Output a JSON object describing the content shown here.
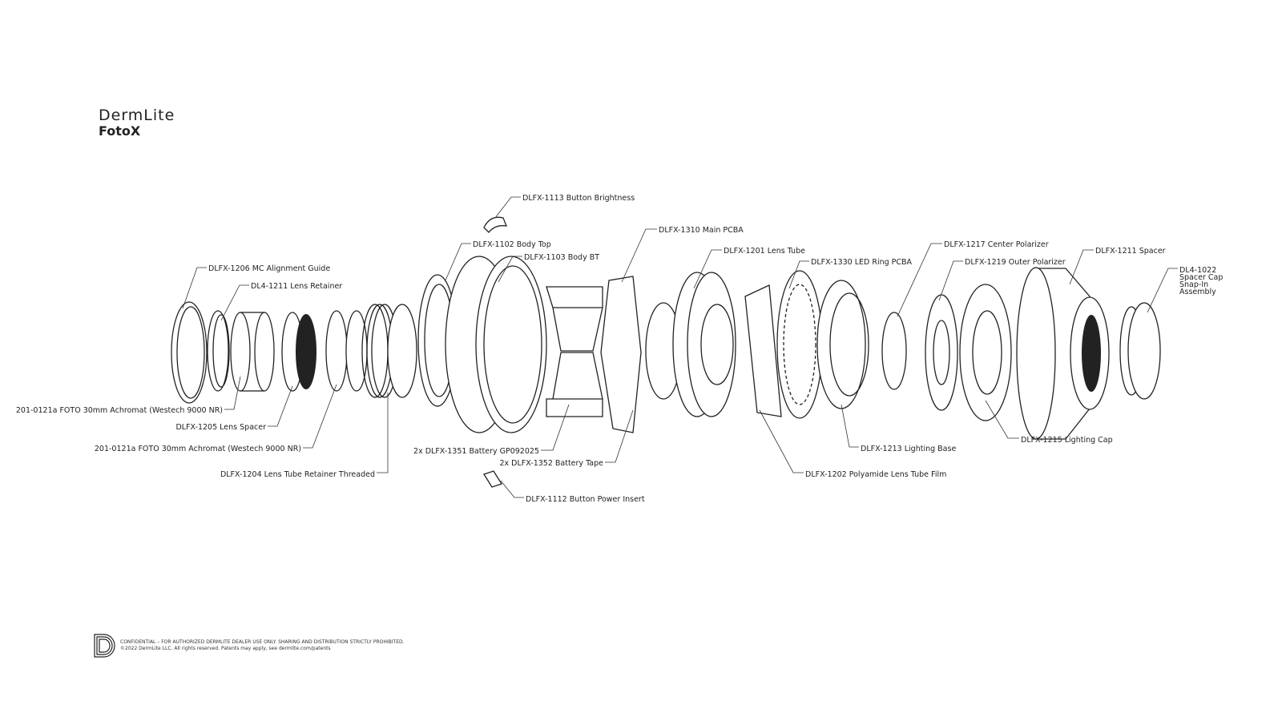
{
  "brand": {
    "company": "DermLite",
    "product": "FotoX"
  },
  "footer": {
    "line1": "CONFIDENTIAL – FOR AUTHORIZED DERMLITE DEALER USE ONLY. SHARING AND DISTRIBUTION STRICTLY PROHIBITED.",
    "line2": "©2022 DermLite LLC. All rights reserved. Patents may apply, see dermlite.com/patents"
  },
  "labels": {
    "button_brightness": "DLFX-1113 Button Brightness",
    "body_top": "DLFX-1102 Body Top",
    "body_bt": "DLFX-1103 Body BT",
    "main_pcba": "DLFX-1310 Main PCBA",
    "lens_tube": "DLFX-1201 Lens Tube",
    "led_ring": "DLFX-1330 LED Ring PCBA",
    "center_polarizer": "DLFX-1217 Center Polarizer",
    "outer_polarizer": "DLFX-1219 Outer Polarizer",
    "spacer": "DLFX-1211 Spacer",
    "spacer_cap": [
      "DL4-1022",
      "Spacer Cap",
      "Snap-In",
      "Assembly"
    ],
    "alignment_guide": "DLFX-1206 MC Alignment Guide",
    "lens_retainer": "DL4-1211 Lens Retainer",
    "achromat_1": "201-0121a FOTO 30mm Achromat (Westech 9000 NR)",
    "lens_spacer": "DLFX-1205 Lens Spacer",
    "achromat_2": "201-0121a FOTO 30mm Achromat (Westech 9000 NR)",
    "retainer_threaded": "DLFX-1204 Lens Tube Retainer Threaded",
    "battery": "2x DLFX-1351 Battery GP092025",
    "battery_tape": "2x DLFX-1352 Battery Tape",
    "button_power": "DLFX-1112 Button Power Insert",
    "lens_tube_film": "DLFX-1202 Polyamide Lens Tube Film",
    "lighting_base": "DLFX-1213 Lighting Base",
    "lighting_cap": "DLFX-1215 Lighting Cap"
  }
}
